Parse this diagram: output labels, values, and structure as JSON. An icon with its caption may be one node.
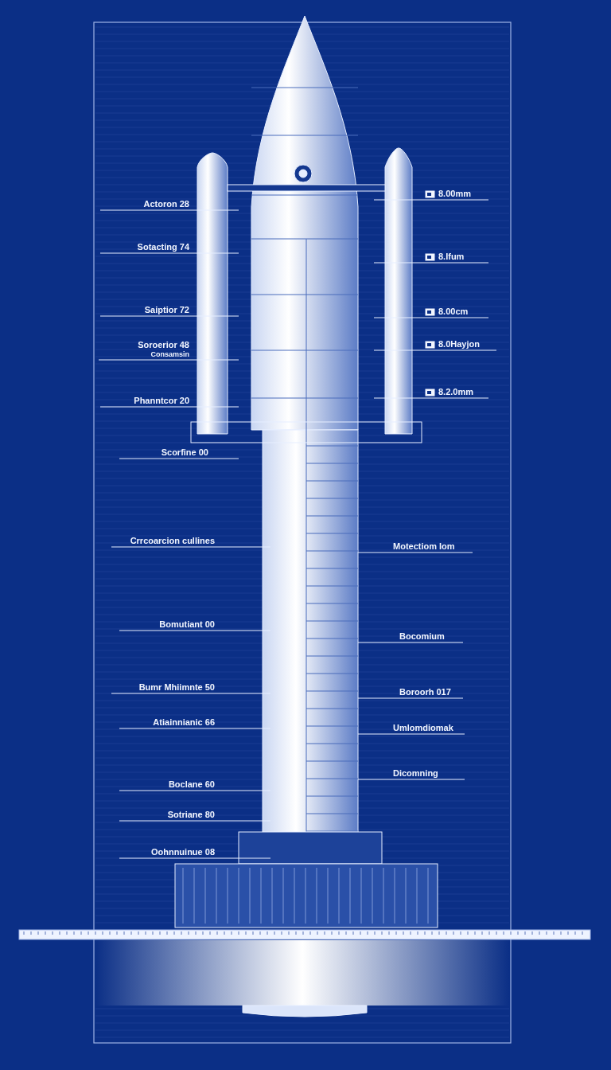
{
  "diagram": {
    "nodes": [
      {
        "text": [
          "Actoron 28"
        ]
      },
      {
        "text": [
          "Sotacting 74"
        ]
      },
      {
        "text": [
          "Saiptior 72"
        ]
      },
      {
        "text": [
          "Soroerior 48",
          "Consamsin"
        ]
      },
      {
        "text": [
          "Phanntcor 20"
        ]
      },
      {
        "text": [
          "Scorfine 00"
        ]
      },
      {
        "text": [
          "Crrcoarcion cullines"
        ]
      },
      {
        "text": [
          "Bomutiant 00"
        ]
      },
      {
        "text": [
          "Bumr Mhiimnte 50"
        ]
      },
      {
        "text": [
          "Atiainnianic 66"
        ]
      },
      {
        "text": [
          "Boclane 60"
        ]
      },
      {
        "text": [
          "Sotriane 80"
        ]
      },
      {
        "text": [
          "Oohnnuinue 08"
        ]
      },
      {
        "text": [
          "8.00mm"
        ]
      },
      {
        "text": [
          "8.Ifum"
        ]
      },
      {
        "text": [
          "8.00cm"
        ]
      },
      {
        "text": [
          "8.0Hayjon"
        ]
      },
      {
        "text": [
          "8.2.0mm"
        ]
      },
      {
        "text": [
          "Motectiom lom"
        ]
      },
      {
        "text": [
          "Bocomium"
        ]
      },
      {
        "text": [
          "Boroorh 017"
        ]
      },
      {
        "text": [
          "Umlomdiomak"
        ]
      },
      {
        "text": [
          "Dicomning"
        ]
      }
    ],
    "edges": [
      {
        "from": 0,
        "to": null,
        "arrow": "none"
      },
      {
        "from": 1,
        "to": null,
        "arrow": "none"
      },
      {
        "from": 2,
        "to": null,
        "arrow": "none"
      },
      {
        "from": 3,
        "to": null,
        "arrow": "none"
      },
      {
        "from": 4,
        "to": null,
        "arrow": "none"
      },
      {
        "from": 5,
        "to": null,
        "arrow": "none"
      },
      {
        "from": 6,
        "to": null,
        "arrow": "none"
      },
      {
        "from": 7,
        "to": null,
        "arrow": "none"
      },
      {
        "from": 8,
        "to": null,
        "arrow": "none"
      },
      {
        "from": 9,
        "to": null,
        "arrow": "none"
      },
      {
        "from": 10,
        "to": null,
        "arrow": "none"
      },
      {
        "from": 11,
        "to": null,
        "arrow": "none"
      },
      {
        "from": 12,
        "to": null,
        "arrow": "none"
      },
      {
        "from": 13,
        "to": null,
        "arrow": "none"
      },
      {
        "from": 14,
        "to": null,
        "arrow": "none"
      },
      {
        "from": 15,
        "to": null,
        "arrow": "none"
      },
      {
        "from": 16,
        "to": null,
        "arrow": "none"
      },
      {
        "from": 17,
        "to": null,
        "arrow": "none"
      },
      {
        "from": 18,
        "to": null,
        "arrow": "none"
      },
      {
        "from": 19,
        "to": null,
        "arrow": "none"
      },
      {
        "from": 20,
        "to": null,
        "arrow": "none"
      },
      {
        "from": 21,
        "to": null,
        "arrow": "none"
      },
      {
        "from": 22,
        "to": null,
        "arrow": "none"
      }
    ]
  }
}
